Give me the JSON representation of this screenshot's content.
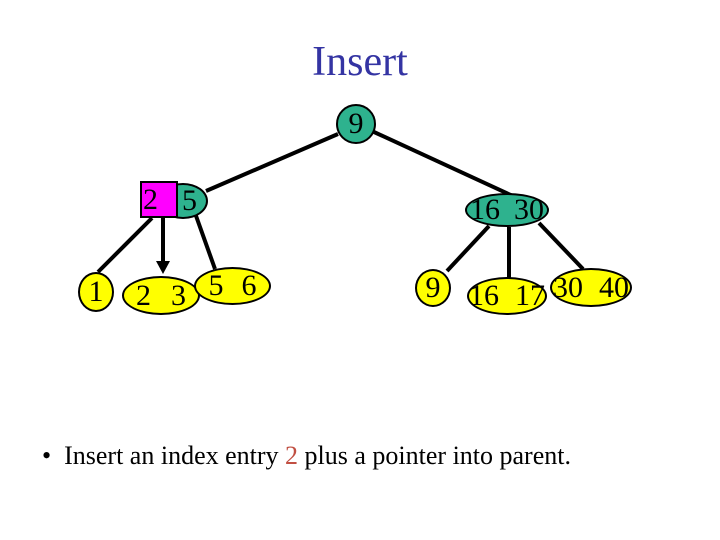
{
  "slide": {
    "title": "Insert",
    "bullet": {
      "marker": "•",
      "prefix": "Insert an index entry ",
      "highlight": "2",
      "suffix": " plus a pointer into parent."
    }
  },
  "tree": {
    "root": {
      "key": "9"
    },
    "left_internal": {
      "inserted_key": "2",
      "key": "5"
    },
    "right_internal": {
      "key1": "16",
      "key2": "30"
    },
    "leaves": {
      "l1": {
        "k1": "1"
      },
      "l23": {
        "k1": "2",
        "k2": "3"
      },
      "l56": {
        "k1": "5",
        "k2": "6"
      },
      "l9": {
        "k1": "9"
      },
      "l1617": {
        "k1": "16",
        "k2": "17"
      },
      "l3040": {
        "k1": "30",
        "k2": "40"
      }
    }
  },
  "colors": {
    "title_text": "#3434a3",
    "node_teal": "#2eb28e",
    "leaf_yellow": "#ffff00",
    "inserted_magenta": "#ff00ff",
    "highlight_red": "#c14f42",
    "edge_black": "#000000",
    "background": "#ffffff"
  }
}
